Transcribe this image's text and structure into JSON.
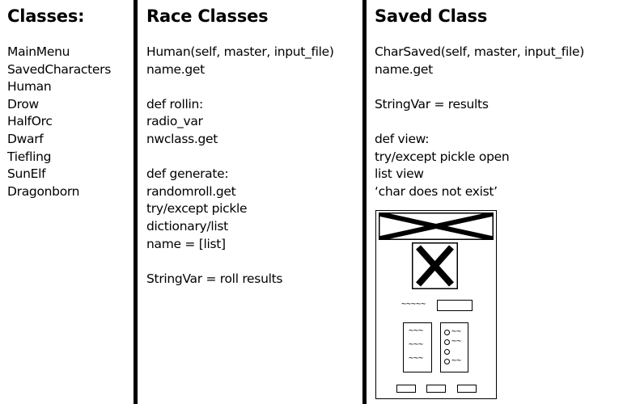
{
  "columns": [
    {
      "title": "Classes:",
      "groups": [
        [
          "MainMenu",
          "SavedCharacters",
          "Human",
          "Drow",
          "HalfOrc",
          "Dwarf",
          "Tiefling",
          "SunElf",
          "Dragonborn"
        ]
      ]
    },
    {
      "title": "Race Classes",
      "groups": [
        [
          "Human(self, master, input_file)",
          "name.get"
        ],
        [
          "def rollin:",
          "radio_var",
          "nwclass.get"
        ],
        [
          "def generate:",
          "randomroll.get",
          "try/except pickle",
          "dictionary/list",
          "name = [list]"
        ],
        [
          "StringVar = roll results"
        ]
      ]
    },
    {
      "title": "Saved Class",
      "groups": [
        [
          "CharSaved(self, master, input_file)",
          "name.get"
        ],
        [
          "StringVar = results"
        ],
        [
          "def view:",
          "try/except pickle open",
          "list view",
          "‘char does not exist’"
        ]
      ]
    }
  ],
  "mockup": {
    "label_tilde": "~~~~~",
    "left_list": [
      "~~~",
      "~~~",
      "~~~"
    ],
    "radio_list": [
      "~~",
      "~~",
      "",
      "~~"
    ]
  }
}
